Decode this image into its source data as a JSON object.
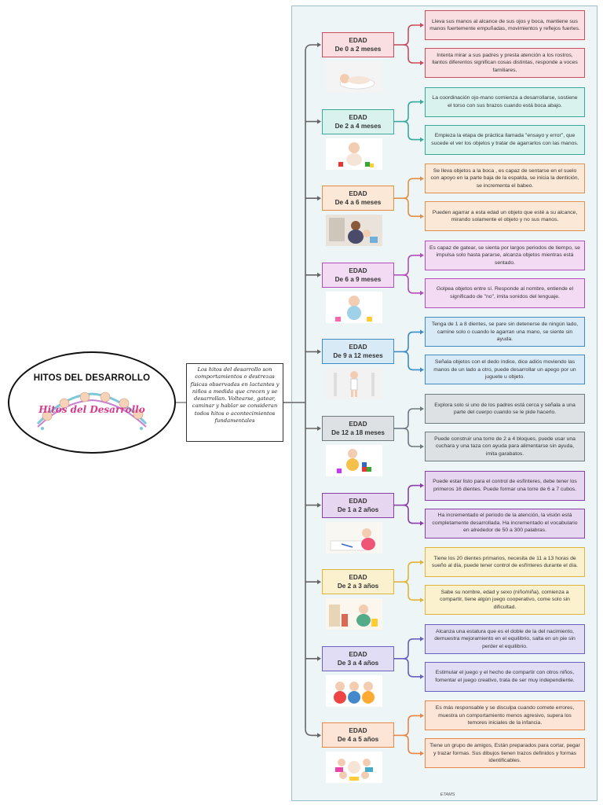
{
  "title": "HITOS DEL DESARROLLO",
  "title_image_text": "Hitos del Desarrollo",
  "description": "Los hitos del desarrollo son comportamientos o destrezas físicas observadas en lactantes y niños a medida que crecen y se desarrollan. Voltearse, gatear, caminar y hablar se consideran todos hitos o acontecimientos fundamentales",
  "footer": "ETAMS",
  "stages": [
    {
      "label": "EDAD",
      "range": "De 0 a 2 meses",
      "border": "#c94d5e",
      "fill": "#f9dfe1",
      "line": "#c94d5e",
      "photo": "sleeping-baby",
      "items": [
        "Lleva sus manos al alcance de sus ojos y boca, mantiene sus manos fuertemente empuñadas, movimientos y reflejos fuertes.",
        "Intenta mirar a sus padres y presta atención a los rostros, llantos diferentos significan cosas distintas, responde a voces familiares."
      ]
    },
    {
      "label": "EDAD",
      "range": "De 2 a 4 meses",
      "border": "#3aa89a",
      "fill": "#d9f2ee",
      "line": "#3aa89a",
      "photo": "baby-with-toys",
      "items": [
        "La coordinación ojo-mano comienza a desarrollarse, sostiene el torso con sus brazos cuando está boca abajo.",
        "Empieza la etapa de práctica llamada \"ensayo y error\", que sucede el ver los objetos y tratar de agarrarlos con las manos."
      ]
    },
    {
      "label": "EDAD",
      "range": "De 4 a 6 meses",
      "border": "#e0904a",
      "fill": "#fbe8d6",
      "line": "#e0904a",
      "photo": "parent-and-baby",
      "items": [
        "Se lleva objetos a la boca , es capaz de sentarse en el suelo con apoyo en la parte baja de la espalda, se inicia la dentición, se incrementa el babeo.",
        "Pueden agarrar a esta edad un objeto que esté a su alcance, mirando solamente el objeto y no sus manos."
      ]
    },
    {
      "label": "EDAD",
      "range": "De 6 a 9 meses",
      "border": "#b44dbc",
      "fill": "#f3dbf3",
      "line": "#b44dbc",
      "photo": "baby-sitting",
      "items": [
        "Es capaz de gatear, se sienta por largos periodos de tiempo, se impulsa solo hasta pararse, alcanza objetos mientras está sentado.",
        "Golpea objetos entre sí. Responde al nombre, entiende el significado de \"no\", imita sonidos del lenguaje."
      ]
    },
    {
      "label": "EDAD",
      "range": "De 9 a 12 meses",
      "border": "#3d8cc4",
      "fill": "#d9eaf7",
      "line": "#3d8cc4",
      "photo": "baby-standing",
      "items": [
        "Tenga de 1 a 8 dientes, se pare sin detenerse de ningún lado, camine solo o cuando le agarran una mano, se siente sin ayuda.",
        "Señala objetos con el dedo índice, dice adiós moviendo las manos de un lado a otro, puede desarrollar un apego por un juguete u objeto."
      ]
    },
    {
      "label": "EDAD",
      "range": "De 12 a 18 meses",
      "border": "#6f7a82",
      "fill": "#dde1e4",
      "line": "#6f7a82",
      "photo": "toddler-blocks",
      "items": [
        "Explora solo si uno de los padres está cerca y señala a una parte del cuerpo cuando se le pide hacerlo.",
        "Puede construir una torre de 2 a 4 bloques, puede usar una cuchara y una taza con ayuda para alimentarse sin ayuda, imita garabatos."
      ]
    },
    {
      "label": "EDAD",
      "range": "De 1 a 2 años",
      "border": "#8a3fa8",
      "fill": "#e7d6f0",
      "line": "#8a3fa8",
      "photo": "child-drawing",
      "items": [
        "Puede estar listo para el control de esfínteres, debe tener los primeros 16 dientes. Puede formar una torre de 6 a 7 cubos.",
        "Ha incrementado el periodo de la atención, la visión está completamente desarrollada. Ha incrementado el vocabulario en alrededor de 50 a 300 palabras."
      ]
    },
    {
      "label": "EDAD",
      "range": "De 2 a 3 años",
      "border": "#e0b43a",
      "fill": "#fbf1cf",
      "line": "#e0b43a",
      "photo": "child-playing",
      "items": [
        "Tiene los 20 dientes primarios, necesita de 11 a 13 horas de sueño al día, puede tener control de esfínteres durante el día.",
        "Sabe su nombre, edad y sexo (niño/niña), comienza a compartir, tiene algún juego cooperativo, come solo sin dificultad."
      ]
    },
    {
      "label": "EDAD",
      "range": "De 3 a 4 años",
      "border": "#6a5fc2",
      "fill": "#e1ddf5",
      "line": "#6a5fc2",
      "photo": "children-group",
      "items": [
        "Alcanza una estatura que es el doble de la del nacimiento, demuestra mejoramiento en el equilibrio, salta en un pie sin perder el equilibrio.",
        "Estimular el juego y el hecho de compartir con otros niños, fomentar el juego creativo, trata de ser muy independiente."
      ]
    },
    {
      "label": "EDAD",
      "range": "De 4 a 5 años",
      "border": "#e8864a",
      "fill": "#fce5d6",
      "line": "#e8864a",
      "photo": "children-circle",
      "items": [
        "Es más responsable y se disculpa cuando comete errores, muestra un comportamiento menos agresivo, supera los temores iniciales de la infancia.",
        "Tiene un grupo de amigos, Están preparados para cortar, pegar y trazar formas. Sus dibujos tienen trazos definidos y formas identificables."
      ]
    }
  ]
}
